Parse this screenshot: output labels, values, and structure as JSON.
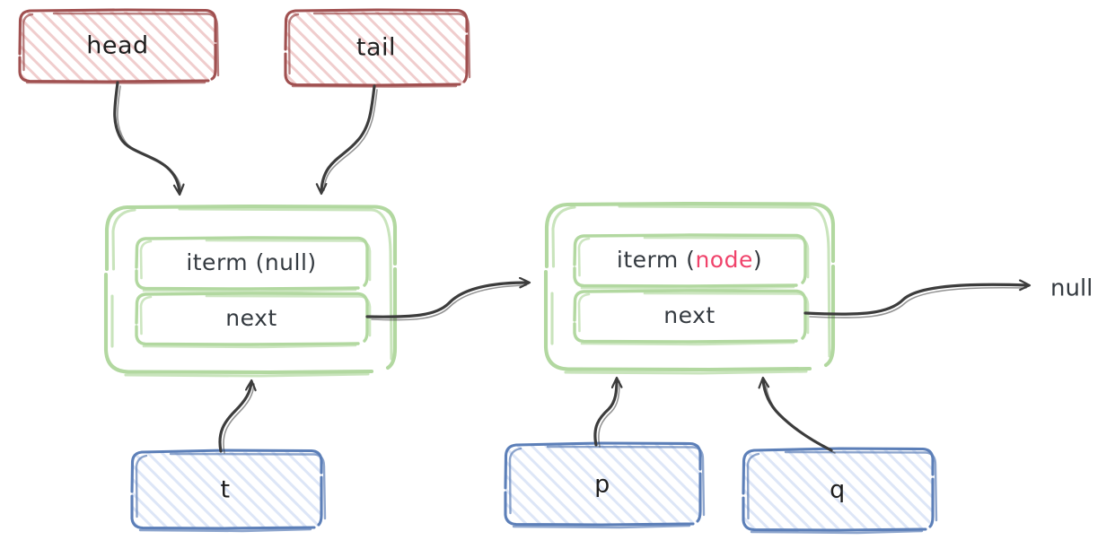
{
  "diagram": {
    "title": "Linked list pointer diagram",
    "style": "hand-drawn sketch",
    "background": "#ffffff",
    "colors": {
      "pointer_box_stroke": "#a05050",
      "pointer_box_fill": "#f2d0d0",
      "node_box_stroke": "#b2d8a0",
      "node_box_fill": "#ffffff",
      "var_box_stroke": "#5c7fb8",
      "var_box_fill": "#d6e2f5",
      "arrow": "#3c3c3c",
      "text": "#1e1e1e",
      "accent_text": "#f0436b"
    }
  },
  "pointer_boxes": [
    {
      "id": "head",
      "label": "head"
    },
    {
      "id": "tail",
      "label": "tail"
    }
  ],
  "nodes": [
    {
      "id": "node1",
      "fields": [
        {
          "name": "item-field",
          "label": "iterm (null)",
          "prefix": "iterm (",
          "value": "null",
          "suffix": ")",
          "value_highlighted": false
        },
        {
          "name": "next-field",
          "label": "next"
        }
      ]
    },
    {
      "id": "node2",
      "fields": [
        {
          "name": "item-field",
          "label": "iterm (node)",
          "prefix": "iterm (",
          "value": "node",
          "suffix": ")",
          "value_highlighted": true
        },
        {
          "name": "next-field",
          "label": "next"
        }
      ]
    }
  ],
  "variable_boxes": [
    {
      "id": "t",
      "label": "t"
    },
    {
      "id": "p",
      "label": "p"
    },
    {
      "id": "q",
      "label": "q"
    }
  ],
  "terminator": {
    "label": "null"
  },
  "arrows": [
    {
      "from": "head",
      "to": "node1",
      "name": "head-to-node1"
    },
    {
      "from": "tail",
      "to": "node1",
      "name": "tail-to-node1"
    },
    {
      "from": "node1.next",
      "to": "node2",
      "name": "node1-next-to-node2"
    },
    {
      "from": "node2.next",
      "to": "null",
      "name": "node2-next-to-null"
    },
    {
      "from": "t",
      "to": "node1",
      "name": "t-to-node1"
    },
    {
      "from": "p",
      "to": "node2",
      "name": "p-to-node2"
    },
    {
      "from": "q",
      "to": "node2",
      "name": "q-to-node2"
    }
  ]
}
